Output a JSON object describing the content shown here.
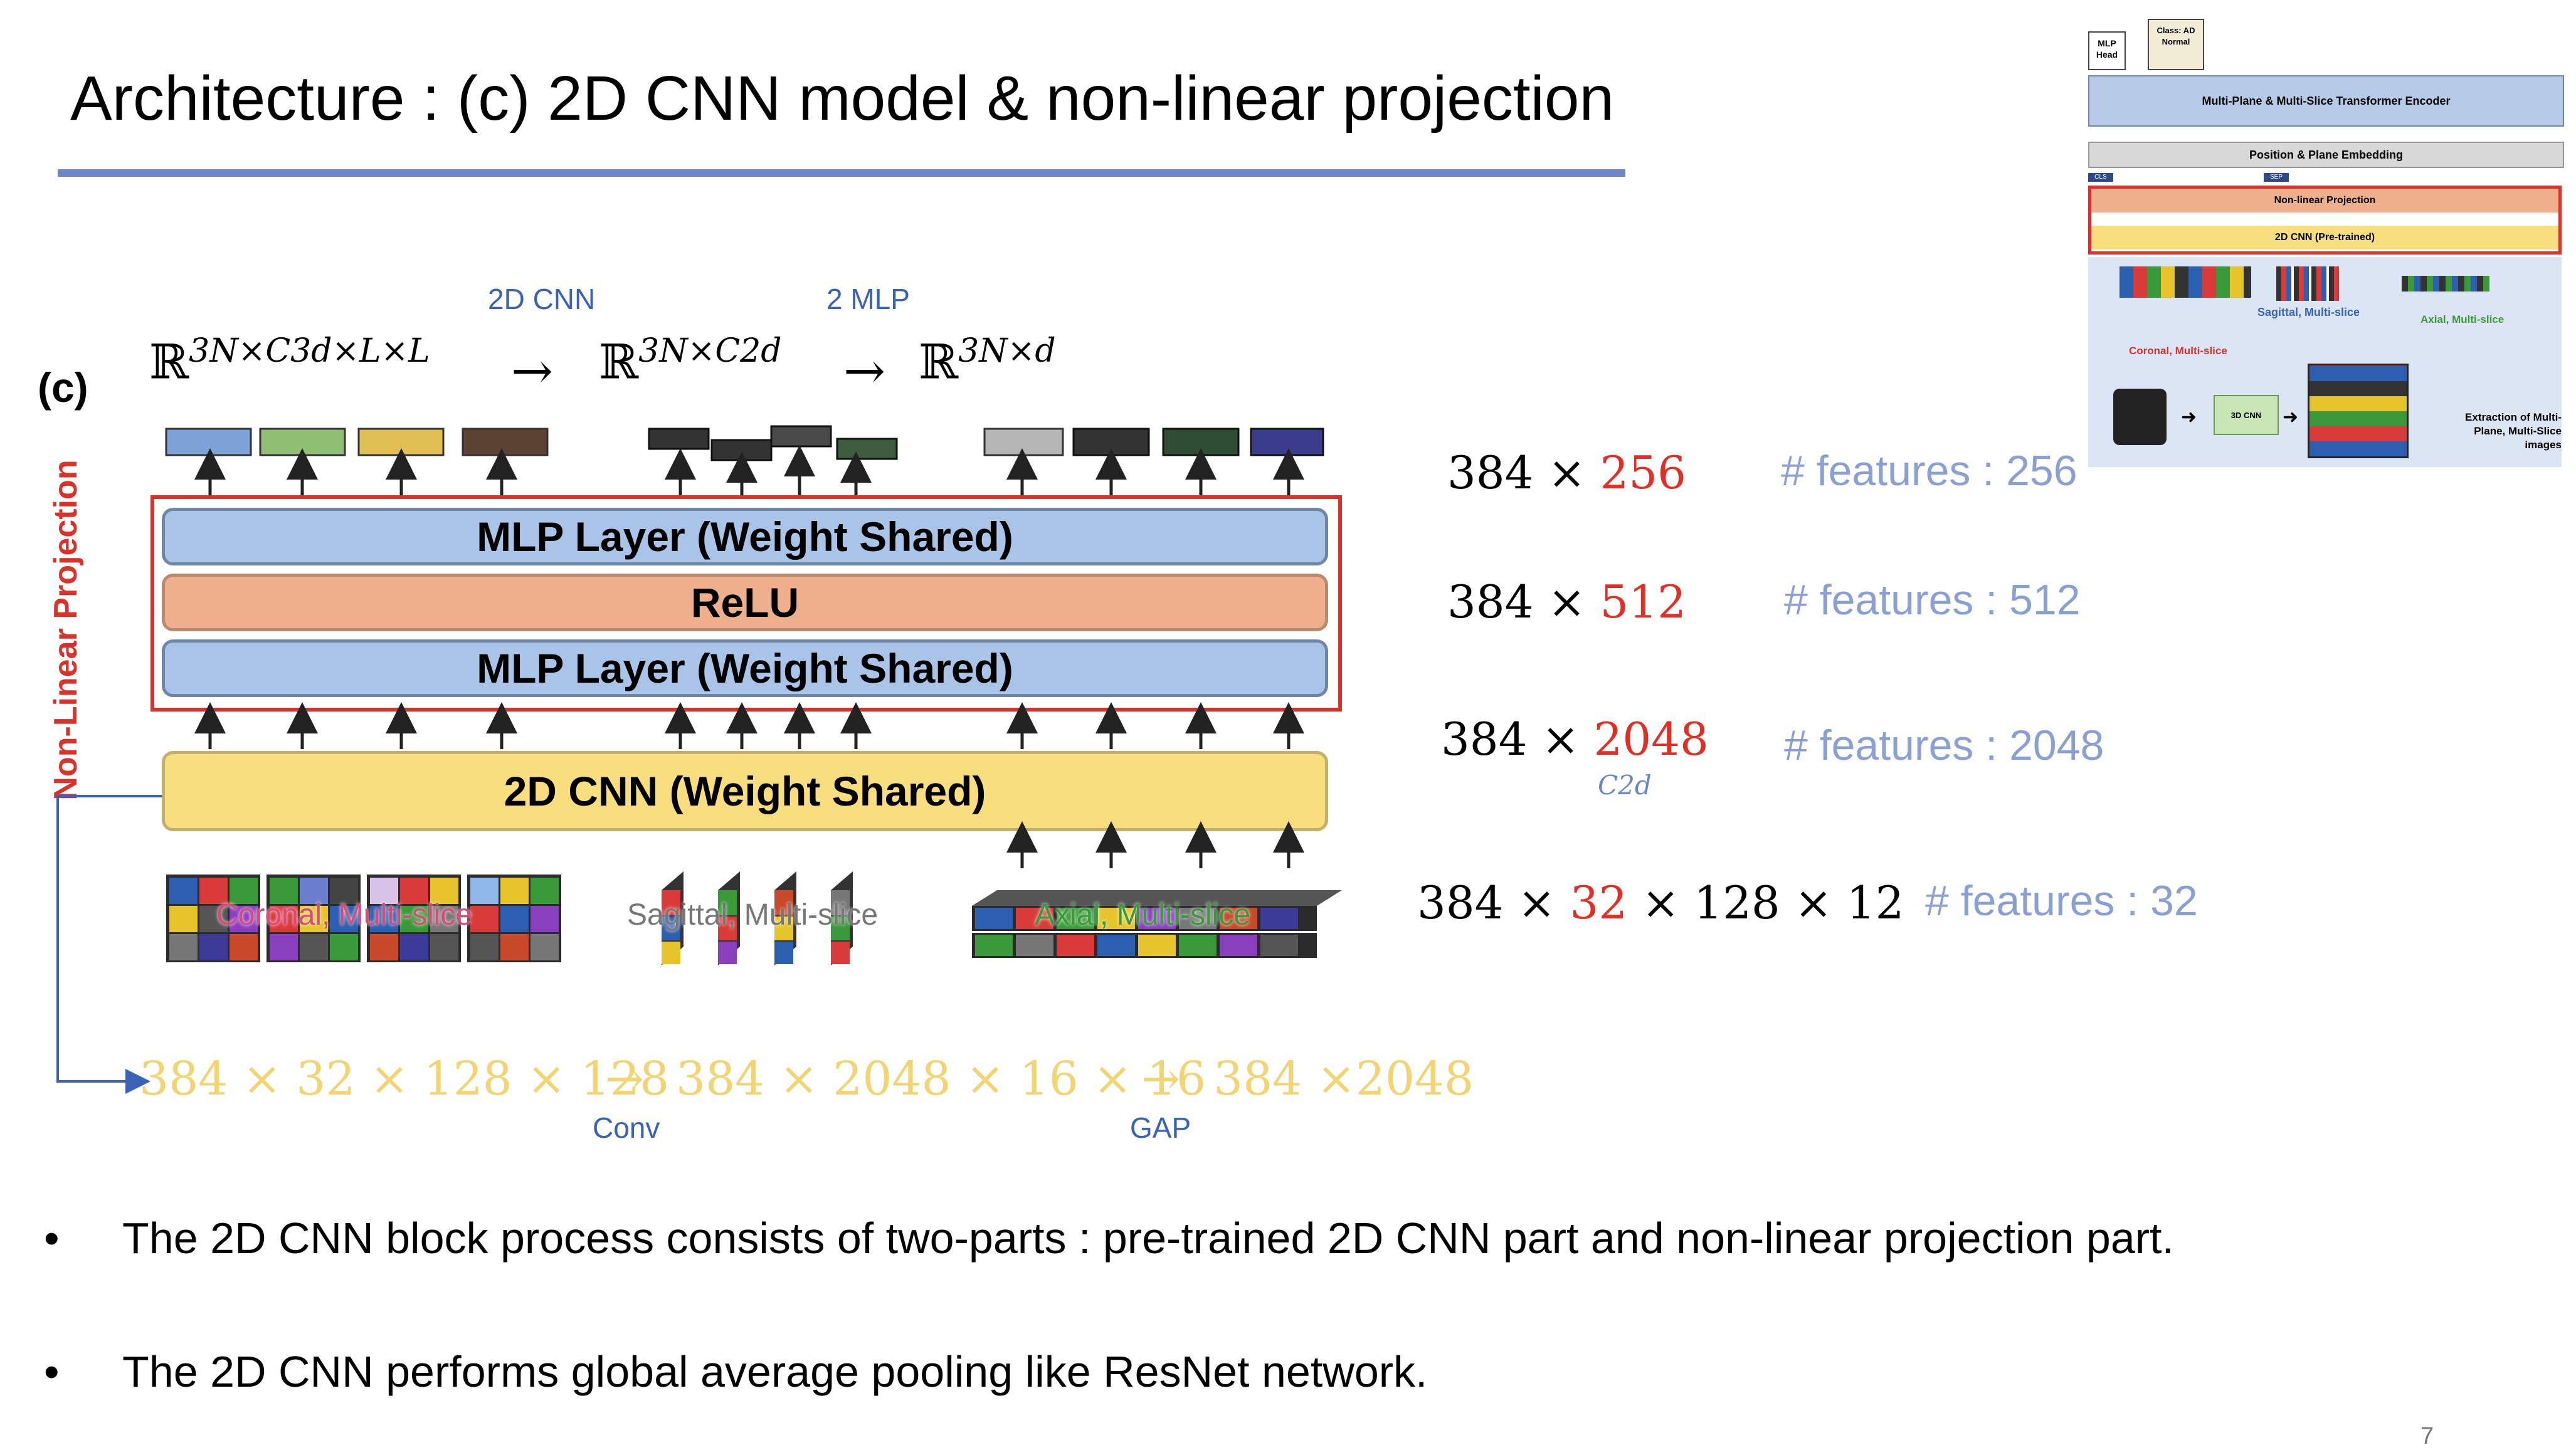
{
  "slide": {
    "title": "Architecture : (c) 2D CNN model & non-linear projection",
    "page_number": "7"
  },
  "diagram": {
    "panel_label": "(c)",
    "side_label": "Non-Linear Projection",
    "label_2dcnn": "2D CNN",
    "label_2mlp": "2 MLP",
    "formula_in": "ℝ^{3N×C3d×L×L}",
    "formula_in_base": "ℝ",
    "formula_in_exp": "3N×C3d×L×L",
    "formula_mid_base": "ℝ",
    "formula_mid_exp": "3N×C2d",
    "formula_out_base": "ℝ",
    "formula_out_exp": "3N×d",
    "arrow": "→",
    "mlp_top": "MLP Layer (Weight Shared)",
    "relu": "ReLU",
    "mlp_bottom": "MLP Layer (Weight Shared)",
    "cnn": "2D CNN (Weight Shared)",
    "coronal": "Coronal, Multi-slice",
    "sagittal": "Sagittal, Multi-slice",
    "axial": "Axial, Multi-slice",
    "colors": {
      "mlp": "#a9c4e6",
      "relu": "#eeb08c",
      "cnn": "#f8de7e",
      "red_box": "#d9322b",
      "side_label": "#d9322b"
    }
  },
  "dims": [
    {
      "prefix": "384 × ",
      "highlight": "256",
      "features": "# features : 256"
    },
    {
      "prefix": "384 × ",
      "highlight": "512",
      "features": "# features : 512"
    },
    {
      "prefix": "384 × ",
      "highlight": "2048",
      "sub": "C2d",
      "features": "# features : 2048"
    },
    {
      "prefix": "384 × ",
      "highlight": "32",
      "suffix": " × 128 × 12",
      "features": "# features : 32"
    }
  ],
  "pipeline": {
    "step1": "384 × 32 × 128 × 128",
    "step2": "384 × 2048 × 16 × 16",
    "step3": "384 ×2048",
    "op1": "Conv",
    "op2": "GAP",
    "arrow": "→"
  },
  "bullets": [
    {
      "marker": "•",
      "text": "The 2D CNN block process consists of two-parts : pre-trained 2D CNN part and non-linear projection part."
    },
    {
      "marker": "•",
      "text": "The 2D CNN performs global average pooling like ResNet network."
    }
  ],
  "thumbnail": {
    "mlp_head": "MLP Head",
    "class_box": "Class: AD Normal",
    "encoder": "Multi-Plane & Multi-Slice Transformer Encoder",
    "embedding": "Position & Plane Embedding",
    "cls": "CLS",
    "sep": "SEP",
    "nonlinear": "Non-linear Projection",
    "cnn_pre": "2D CNN (Pre-trained)",
    "coronal": "Coronal, Multi-slice",
    "sagittal": "Sagittal, Multi-slice",
    "axial": "Axial, Multi-slice",
    "cnn3d": "3D CNN",
    "extraction": "Extraction of Multi-Plane, Multi-Slice images"
  }
}
